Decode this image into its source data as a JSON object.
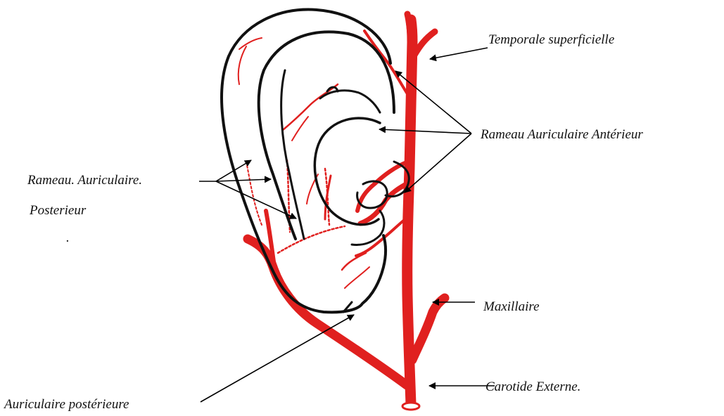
{
  "colors": {
    "artery": "#e0201f",
    "ear_outline": "#111111",
    "arrow": "#000000",
    "background": "#ffffff"
  },
  "labels": {
    "temporale": "Temporale superficielle",
    "rameau_anterieur": "Rameau Auriculaire Antérieur",
    "rameau_posterieur_line1": "Rameau. Auriculaire.",
    "rameau_posterieur_line2": "Posterieur",
    "dot": ".",
    "maxillaire": "Maxillaire",
    "carotide": "Carotide Externe.",
    "auriculaire_post": "Auriculaire postérieure"
  }
}
